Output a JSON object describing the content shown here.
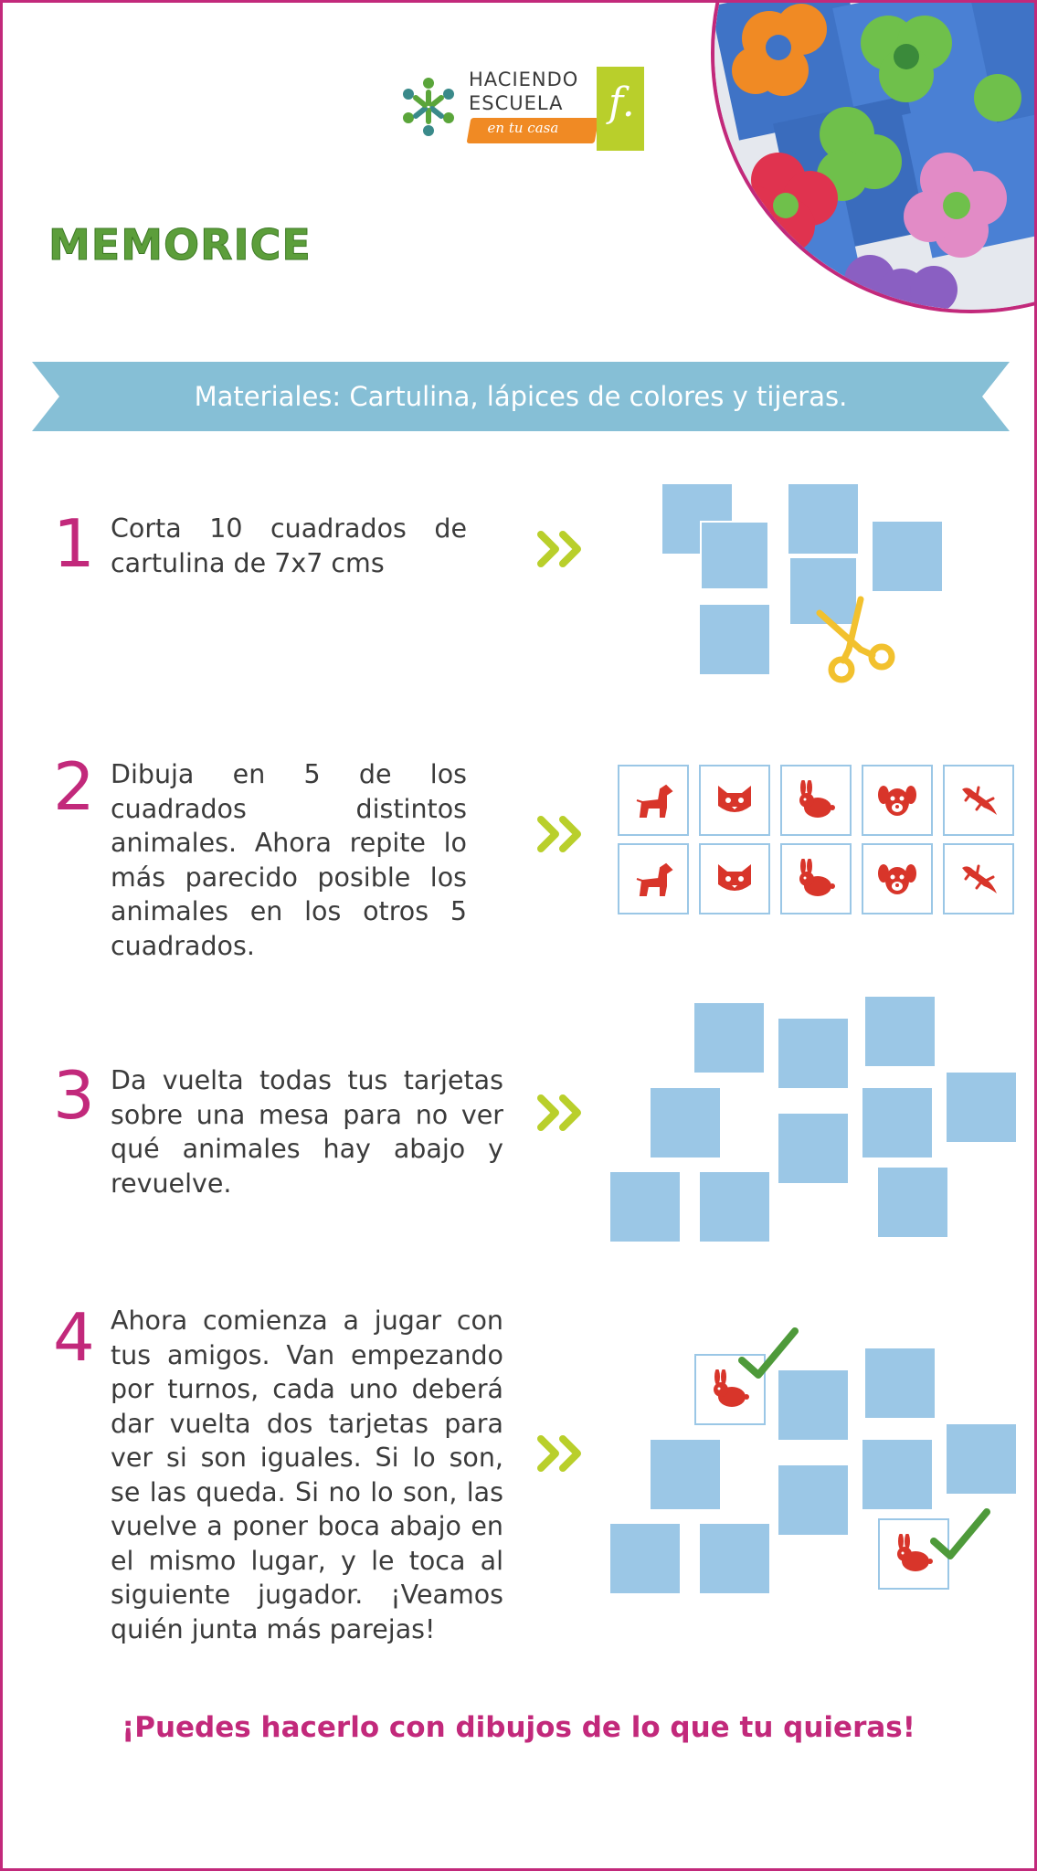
{
  "logo": {
    "line1": "HACIENDO",
    "line2": "ESCUELA",
    "tagline": "en tu casa",
    "brand_mark": "f."
  },
  "title": "MEMORICE",
  "banner": {
    "text": "Materiales: Cartulina, lápices de colores y tijeras.",
    "color": "#86bfd6"
  },
  "steps": [
    {
      "number": "1",
      "text": "Corta 10 cuadrados de cartulina de 7x7 cms"
    },
    {
      "number": "2",
      "text": "Dibuja en 5 de los cuadrados distintos animales. Ahora repite lo más parecido posible los animales en los otros 5 cuadrados."
    },
    {
      "number": "3",
      "text": "Da vuelta todas tus tarjetas sobre una mesa para no ver qué animales hay abajo y revuelve."
    },
    {
      "number": "4",
      "text": "Ahora comienza a jugar con tus amigos. Van empezando por turnos, cada uno deberá dar vuelta dos tarjetas para ver si son iguales. Si lo son, se las queda. Si no lo son, las vuelve a poner boca abajo en el mismo lugar, y le toca al siguiente jugador. ¡Veamos quién junta más parejas!"
    }
  ],
  "animals": [
    "dog-icon",
    "cat-icon",
    "rabbit-icon",
    "puppy-face-icon",
    "lizard-icon"
  ],
  "footer": "¡Puedes hacerlo con dibujos de lo que tu quieras!",
  "colors": {
    "magenta": "#c2297b",
    "green": "#5c9e3b",
    "card_blue": "#9bc7e6",
    "arrow_lime": "#b9cf2b",
    "animal_red": "#d8352a",
    "scissors_yellow": "#f2c12e"
  }
}
